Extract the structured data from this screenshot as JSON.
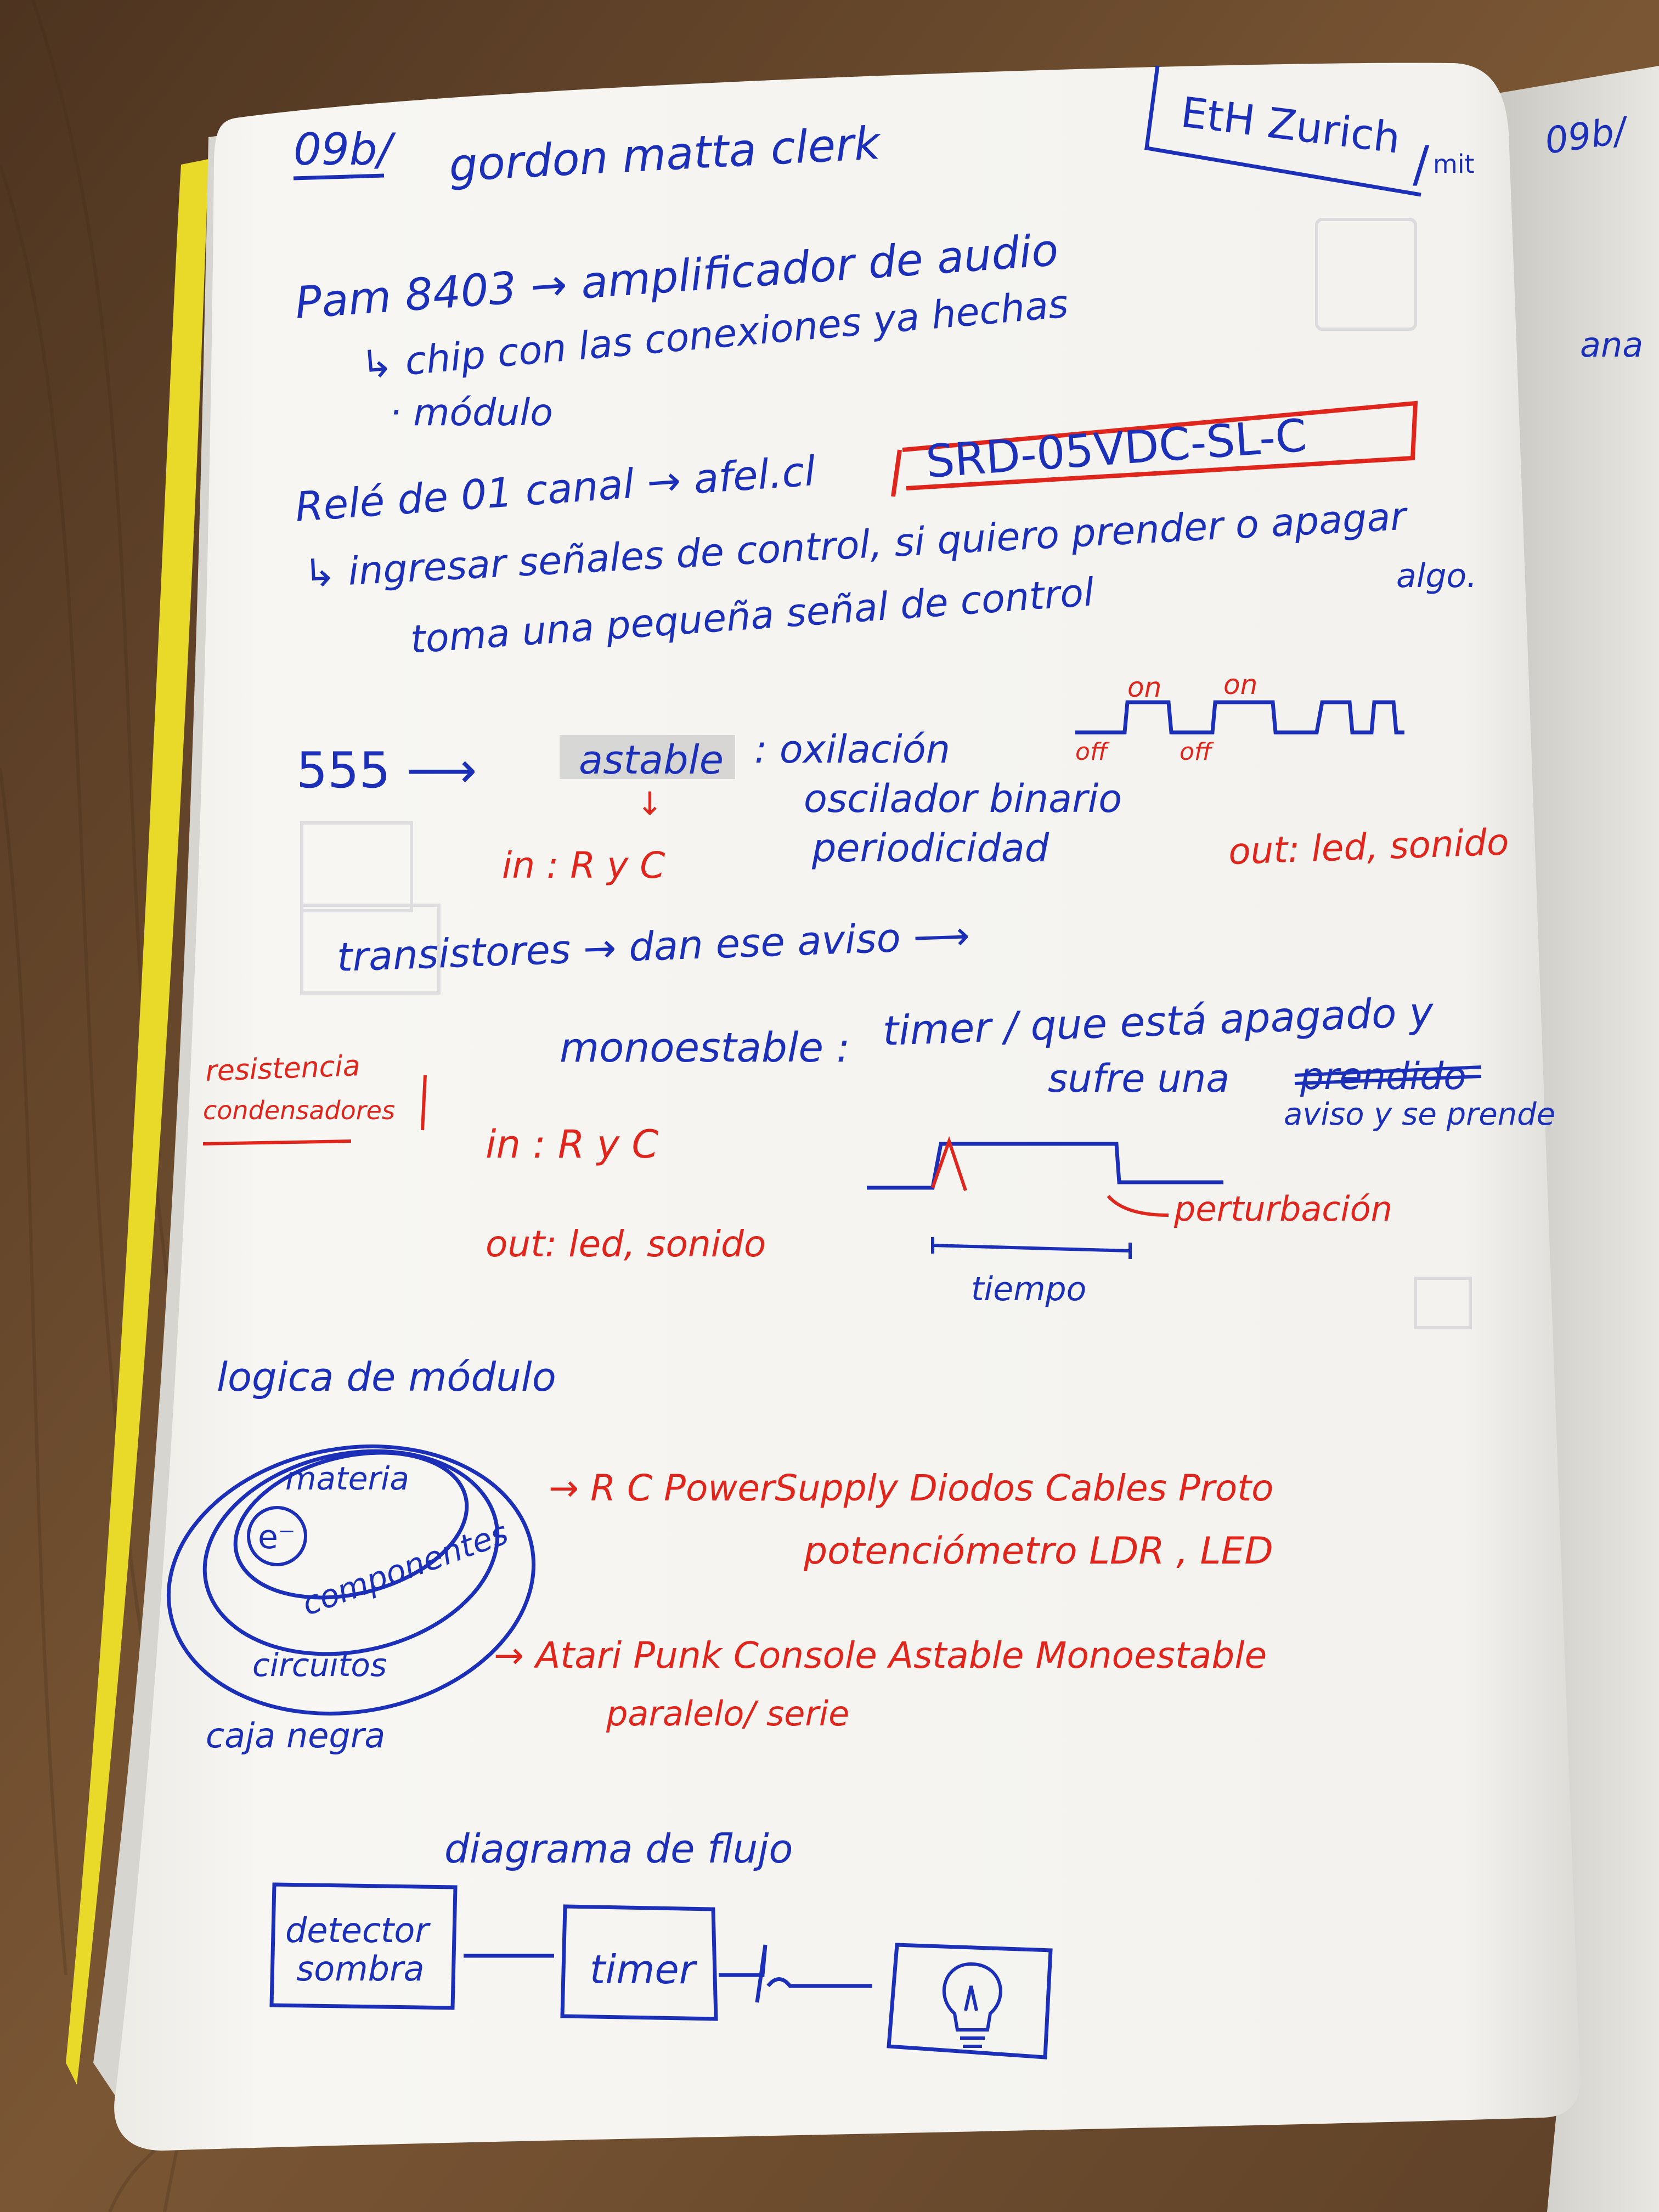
{
  "page": {
    "code": "09b/",
    "title": "gordon matta clerk",
    "corner": "EtH Zurich",
    "corner_mit": "mit",
    "next_page_code": "09b/",
    "next_page_word": "ana"
  },
  "amp": {
    "line1": "Pam 8403 → amplificador de audio",
    "line2": "↳ chip con las conexiones ya hechas",
    "line3": "· módulo"
  },
  "relay": {
    "line1": "Relé de 01 canal → afel.cl",
    "part": "SRD-05VDC-SL-C",
    "line2": "↳ ingresar señales de control, si quiero prender o apagar",
    "line2b": "algo.",
    "line3": "toma una pequeña señal de control"
  },
  "timer555": {
    "label": "555 ⟶",
    "astable": "astable",
    "osc1": ": oxilación",
    "osc2": "oscilador binario",
    "osc3": "periodicidad",
    "in": "in : R y C",
    "out": "out: led, sonido",
    "on1": "on",
    "on2": "on",
    "off1": "off",
    "off2": "off",
    "transistors": "transistores → dan ese aviso ⟶"
  },
  "monostable": {
    "side1": "resistencia",
    "side2": "condensadores",
    "label": "monoestable :",
    "desc1": "timer / que está apagado y",
    "desc2": "sufre una",
    "crossed": "prendido",
    "desc3": "aviso y se prende",
    "in": "in : R y C",
    "out": "out: led, sonido",
    "perturb": "perturbación",
    "tiempo": "tiempo"
  },
  "logic": {
    "title": "logica de módulo",
    "materia": "materia",
    "electron": "e⁻",
    "componentes": "componentes",
    "circuitos": "circuitos",
    "caja": "caja negra",
    "comp_list1": "→ R C PowerSupply Diodos Cables Proto",
    "comp_list2": "potenciómetro LDR , LED",
    "circ_list1": "→ Atari Punk Console   Astable Monoestable",
    "circ_list2": "paralelo/ serie"
  },
  "flow": {
    "title": "diagrama de flujo",
    "box1_line1": "detector",
    "box1_line2": "sombra",
    "box2": "timer",
    "bulb": "bulb-icon"
  },
  "colors": {
    "ink_blue": "#1b2fb8",
    "ink_red": "#e0261c",
    "paper": "#f6f5f1",
    "desk": "#6b4a2c",
    "spine": "#e9d928"
  }
}
